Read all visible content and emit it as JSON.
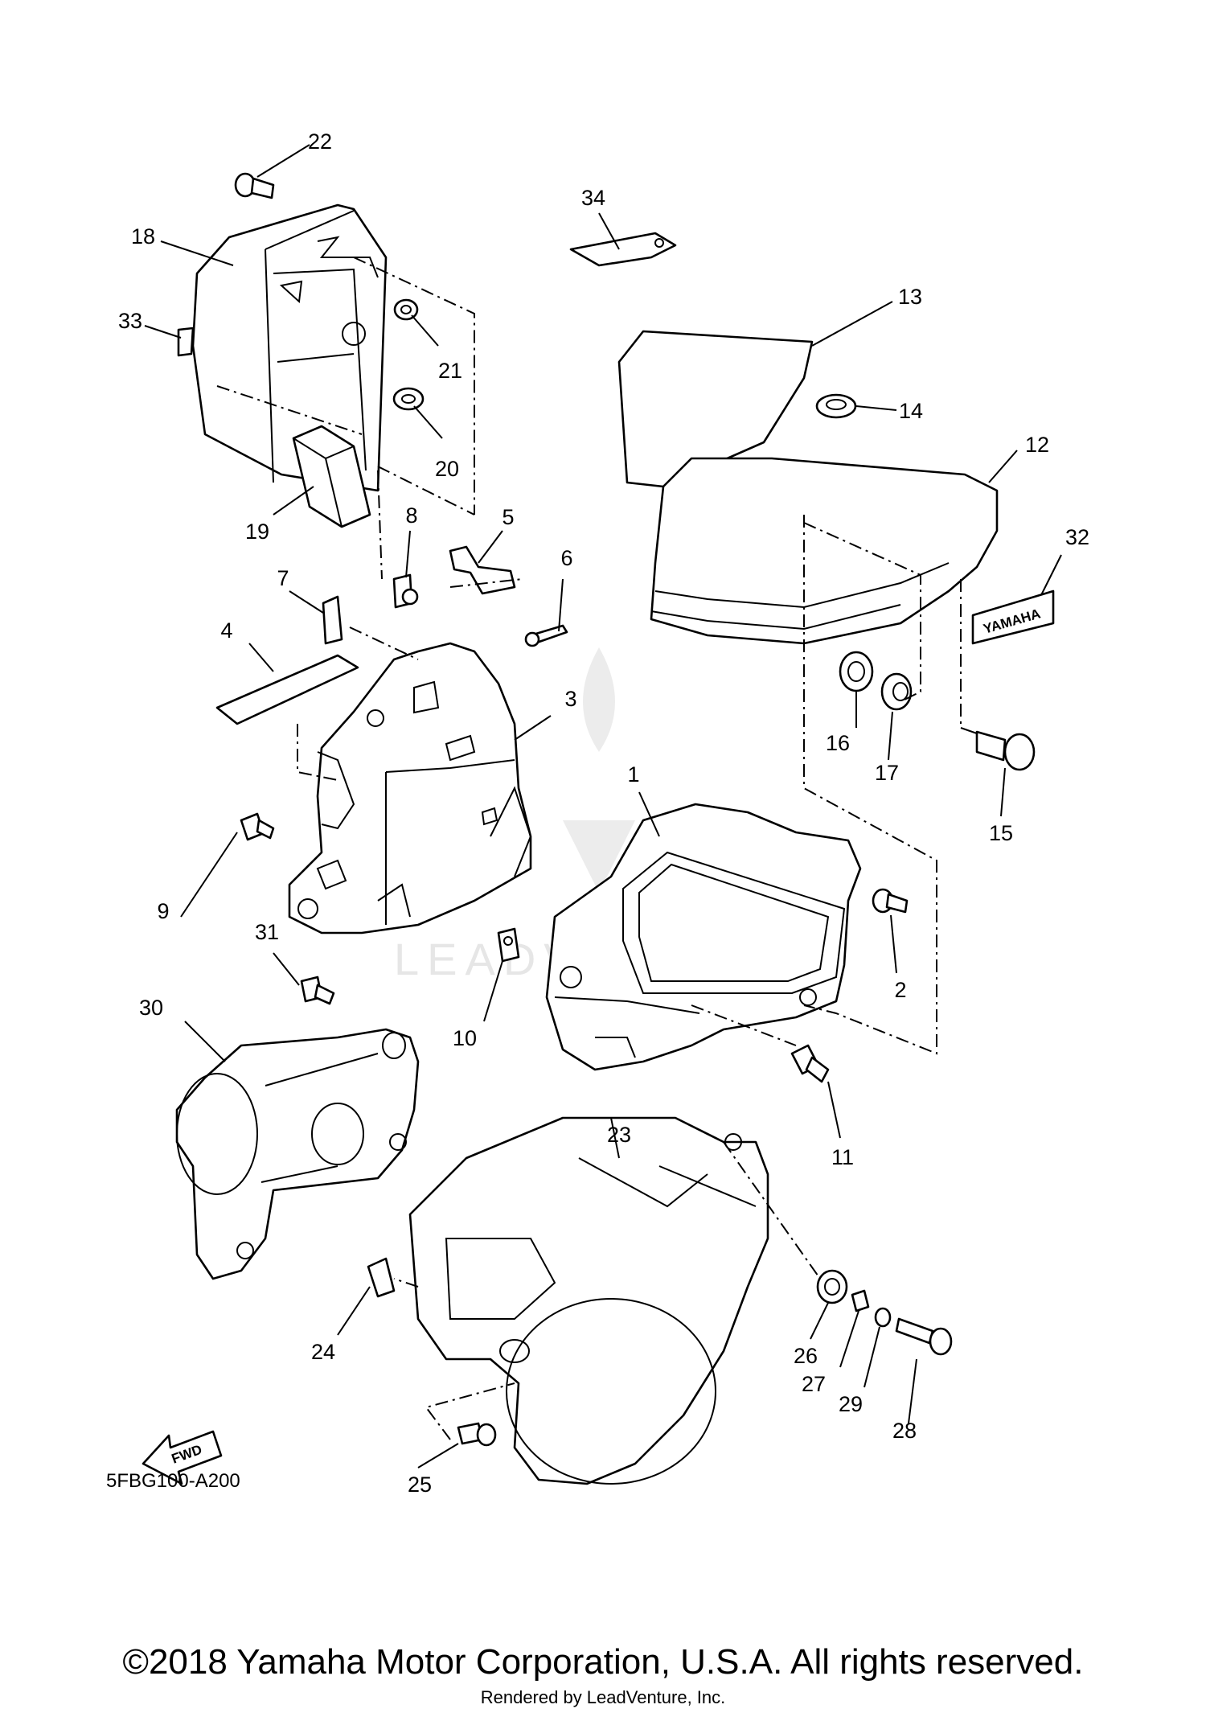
{
  "watermark": "LEADVENTURE",
  "callouts": [
    {
      "id": "22",
      "text": "22"
    },
    {
      "id": "18",
      "text": "18"
    },
    {
      "id": "33",
      "text": "33"
    },
    {
      "id": "21",
      "text": "21"
    },
    {
      "id": "20",
      "text": "20"
    },
    {
      "id": "19",
      "text": "19"
    },
    {
      "id": "34",
      "text": "34"
    },
    {
      "id": "13",
      "text": "13"
    },
    {
      "id": "14",
      "text": "14"
    },
    {
      "id": "12",
      "text": "12"
    },
    {
      "id": "32",
      "text": "32"
    },
    {
      "id": "8",
      "text": "8"
    },
    {
      "id": "5",
      "text": "5"
    },
    {
      "id": "6",
      "text": "6"
    },
    {
      "id": "7",
      "text": "7"
    },
    {
      "id": "4",
      "text": "4"
    },
    {
      "id": "3",
      "text": "3"
    },
    {
      "id": "16",
      "text": "16"
    },
    {
      "id": "17",
      "text": "17"
    },
    {
      "id": "15",
      "text": "15"
    },
    {
      "id": "1",
      "text": "1"
    },
    {
      "id": "9",
      "text": "9"
    },
    {
      "id": "2",
      "text": "2"
    },
    {
      "id": "31",
      "text": "31"
    },
    {
      "id": "10",
      "text": "10"
    },
    {
      "id": "30",
      "text": "30"
    },
    {
      "id": "11",
      "text": "11"
    },
    {
      "id": "23",
      "text": "23"
    },
    {
      "id": "24",
      "text": "24"
    },
    {
      "id": "26",
      "text": "26"
    },
    {
      "id": "27",
      "text": "27"
    },
    {
      "id": "29",
      "text": "29"
    },
    {
      "id": "28",
      "text": "28"
    },
    {
      "id": "25",
      "text": "25"
    }
  ],
  "emblem_text": "YAMAHA",
  "fwd_label": "FWD",
  "diagram_code": "5FBG100-A200",
  "copyright": "©2018 Yamaha Motor Corporation, U.S.A. All rights reserved.",
  "rendered_by": "Rendered by LeadVenture, Inc."
}
